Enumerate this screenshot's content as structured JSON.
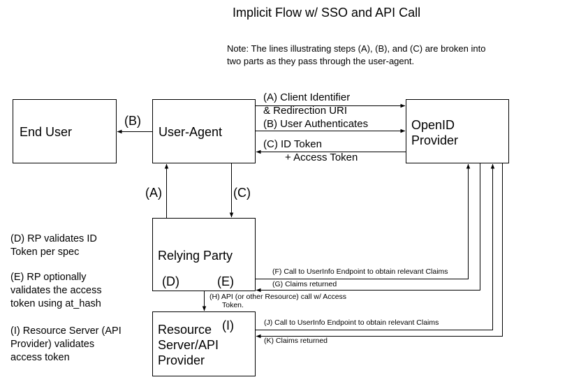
{
  "diagram": {
    "title": "Implicit Flow w/ SSO and API Call",
    "note": [
      "Note: The lines illustrating steps (A), (B), and (C) are broken into",
      "two parts as they pass through the user-agent."
    ],
    "boxes": {
      "end_user": [
        "End User"
      ],
      "user_agent": [
        "User-Agent"
      ],
      "openid_provider": [
        "OpenID",
        "Provider"
      ],
      "relying_party": [
        "Relying Party"
      ],
      "resource_server": [
        "Resource",
        "Server/API",
        "Provider"
      ]
    },
    "step_labels": {
      "a_client_id": "(A) Client Identifier",
      "a_redirect": "& Redirection URI",
      "b_user_auth": "(B) User Authenticates",
      "c_id_token": "(C) ID Token",
      "c_access_token": "+ Access Token",
      "b_to_end_user": "(B)",
      "a_up": "(A)",
      "c_down": "(C)",
      "d_in_rp": "(D)",
      "e_in_rp": "(E)",
      "i_in_rs": "(I)"
    },
    "message_labels": {
      "f": "(F) Call to UserInfo Endpoint to obtain relevant Claims",
      "g": "(G) Claims returned",
      "h": [
        "(H) API (or other Resource) call w/ Access",
        "Token."
      ],
      "j": "(J) Call to UserInfo Endpoint to obtain relevant Claims",
      "k": "(K) Claims returned"
    },
    "side_notes": {
      "d": [
        "(D) RP validates ID",
        "Token per spec"
      ],
      "e": [
        "(E) RP optionally",
        "validates the access",
        "token using at_hash"
      ],
      "i": [
        "(I) Resource Server (API",
        "Provider) validates",
        "access token"
      ]
    }
  }
}
